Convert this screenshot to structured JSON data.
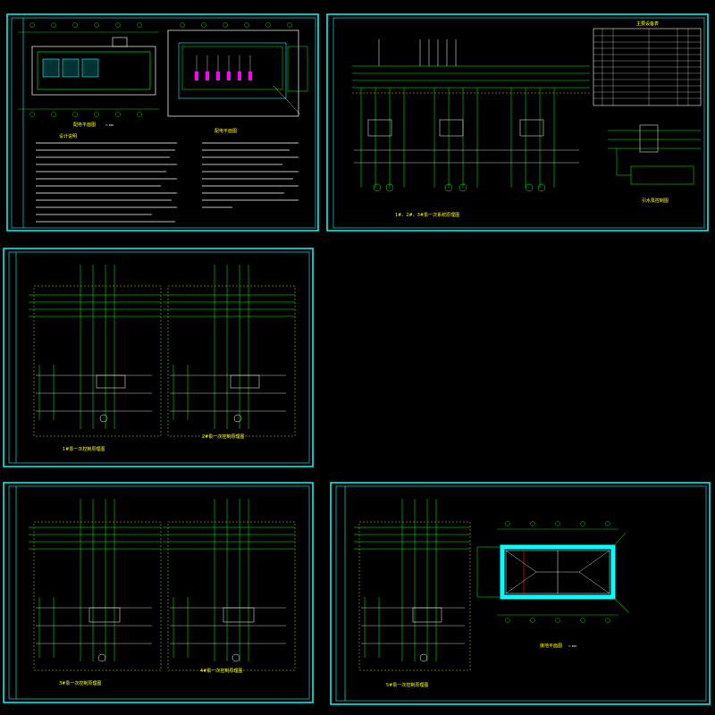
{
  "sheets": [
    {
      "id": "sheet-1",
      "title": "配电平面图",
      "scale": "1:100",
      "notes_title": "设计说明"
    },
    {
      "id": "sheet-2",
      "title": "1#、2#、3#泵一次系统原理图",
      "table_title": "主要设备表",
      "aux_title": "引水泵控制图"
    },
    {
      "id": "sheet-3",
      "titles": [
        "1#泵一次控制原理图",
        "2#泵一次控制原理图"
      ]
    },
    {
      "id": "sheet-4",
      "titles": [
        "3#泵一次控制原理图",
        "4#泵一次控制原理图"
      ]
    },
    {
      "id": "sheet-5",
      "titles": [
        "5#泵一次控制原理图",
        "接地平面图"
      ],
      "scale": "1:100"
    }
  ],
  "colors": {
    "frame": "#00ffff",
    "line_green": "#00ff00",
    "line_white": "#ffffff",
    "line_yellow": "#ffff00",
    "accent_magenta": "#ff00ff",
    "accent_red": "#ff0000",
    "background": "#000000"
  }
}
